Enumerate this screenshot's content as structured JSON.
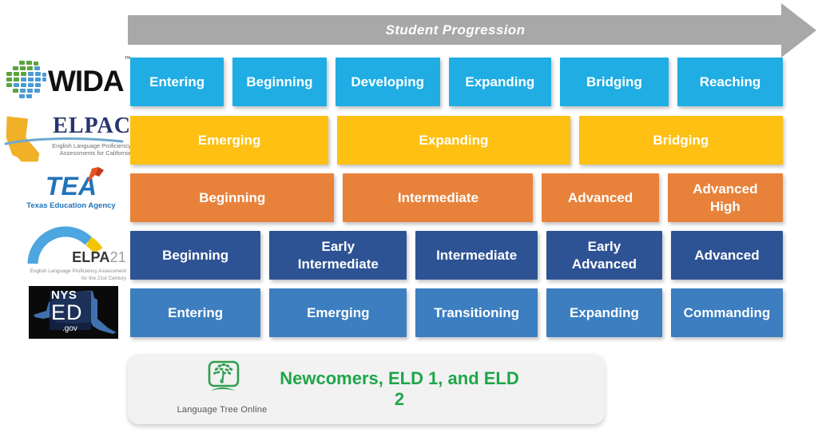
{
  "arrow": {
    "label": "Student Progression",
    "color": "#a8a8a8"
  },
  "rows": [
    {
      "org": "WIDA",
      "color": "#1fade4",
      "levels": [
        "Entering",
        "Beginning",
        "Developing",
        "Expanding",
        "Bridging",
        "Reaching"
      ]
    },
    {
      "org": "ELPAC",
      "color": "#fdc013",
      "levels": [
        "Emerging",
        "Expanding",
        "Bridging"
      ]
    },
    {
      "org": "TEA",
      "color": "#e8823b",
      "levels": [
        "Beginning",
        "Intermediate",
        "Advanced",
        "Advanced\nHigh"
      ]
    },
    {
      "org": "ELPA21",
      "color": "#2e5394",
      "levels": [
        "Beginning",
        "Early\nIntermediate",
        "Intermediate",
        "Early\nAdvanced",
        "Advanced"
      ]
    },
    {
      "org": "NYSED",
      "color": "#3c7ec0",
      "levels": [
        "Entering",
        "Emerging",
        "Transitioning",
        "Expanding",
        "Commanding"
      ]
    }
  ],
  "logos": {
    "wida": {
      "name": "WIDA",
      "tm": "™"
    },
    "elpac": {
      "name": "ELPAC",
      "sub1": "English Language Proficiency",
      "sub2": "Assessments for California"
    },
    "tea": {
      "name": "TEA",
      "subtitle": "Texas Education Agency"
    },
    "elpa21": {
      "bold": "ELPA",
      "light": "21",
      "sub1": "English Language Proficiency Assessment",
      "sub2": "for the 21st Century"
    },
    "nysed": {
      "line1": "NYS",
      "line2": "ED",
      "line3": ".gov"
    }
  },
  "footer": {
    "logo_label": "Language Tree Online",
    "text": "Newcomers, ELD 1, and ELD 2",
    "accent": "#1fa64a"
  }
}
